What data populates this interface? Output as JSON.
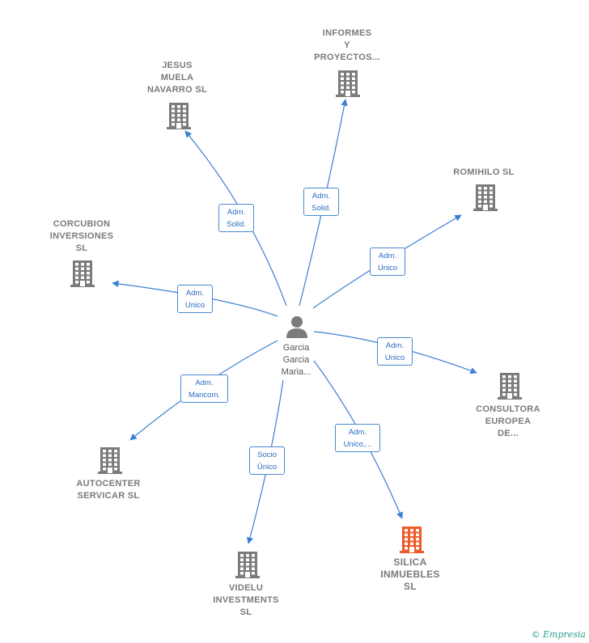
{
  "center": {
    "label_lines": [
      "Garcia",
      "Garcia",
      "Maria..."
    ],
    "icon": "person-icon"
  },
  "colors": {
    "edge": "#3a7fd5",
    "building": "#7b7b7b",
    "highlight": "#f05a28",
    "label": "#7a7a7a"
  },
  "nodes": [
    {
      "id": "informes",
      "lines": [
        "INFORMES",
        "Y",
        "PROYECTOS..."
      ],
      "role": [
        "Adm.",
        "Solid."
      ],
      "highlight": false
    },
    {
      "id": "jesus",
      "lines": [
        "JESUS",
        "MUELA",
        "NAVARRO SL"
      ],
      "role": [
        "Adm.",
        "Solid."
      ],
      "highlight": false
    },
    {
      "id": "romihilo",
      "lines": [
        "ROMIHILO SL"
      ],
      "role": [
        "Adm.",
        "Unico"
      ],
      "highlight": false
    },
    {
      "id": "corcubion",
      "lines": [
        "CORCUBION",
        "INVERSIONES",
        "SL"
      ],
      "role": [
        "Adm.",
        "Unico"
      ],
      "highlight": false
    },
    {
      "id": "consultora",
      "lines": [
        "CONSULTORA",
        "EUROPEA",
        "DE..."
      ],
      "role": [
        "Adm.",
        "Unico"
      ],
      "highlight": false
    },
    {
      "id": "autocenter",
      "lines": [
        "AUTOCENTER",
        "SERVICAR SL"
      ],
      "role": [
        "Adm.",
        "Mancom."
      ],
      "highlight": false
    },
    {
      "id": "videlu",
      "lines": [
        "VIDELU",
        "INVESTMENTS",
        "SL"
      ],
      "role": [
        "Socio",
        "Único"
      ],
      "highlight": false
    },
    {
      "id": "silica",
      "lines": [
        "SILICA",
        "INMUEBLES",
        "SL"
      ],
      "role": [
        "Adm.",
        "Unico,..."
      ],
      "highlight": true
    }
  ],
  "footer": {
    "copyright_symbol": "©",
    "brand": "Empresia"
  }
}
